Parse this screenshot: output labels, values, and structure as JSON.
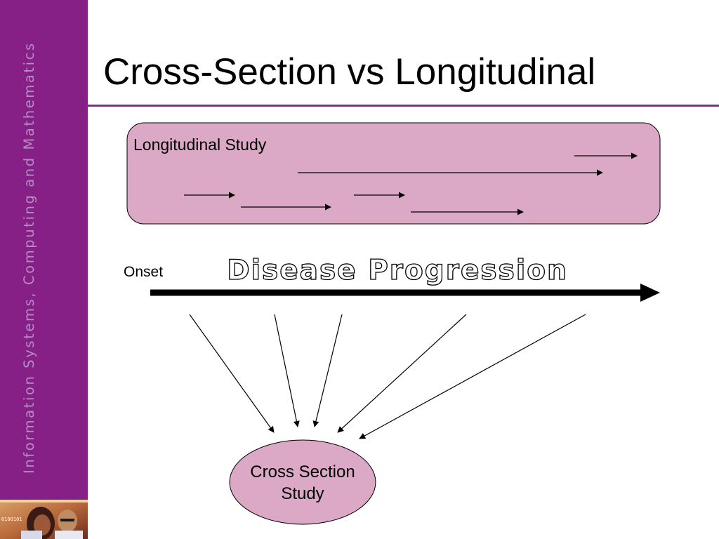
{
  "slide": {
    "title": "Cross-Section vs Longitudinal",
    "sidebar_text": "Information Systems, Computing and Mathematics",
    "photo_caption": "0100101"
  },
  "diagram": {
    "longitudinal_label": "Longitudinal Study",
    "progression_label": "Disease Progression",
    "onset_label": "Onset",
    "cross_section_label": "Cross Section Study"
  },
  "colors": {
    "sidebar": "#862086",
    "title_rule": "#8a2a8a",
    "box_fill": "#dba8c6",
    "ellipse_fill": "#dba8c6"
  }
}
